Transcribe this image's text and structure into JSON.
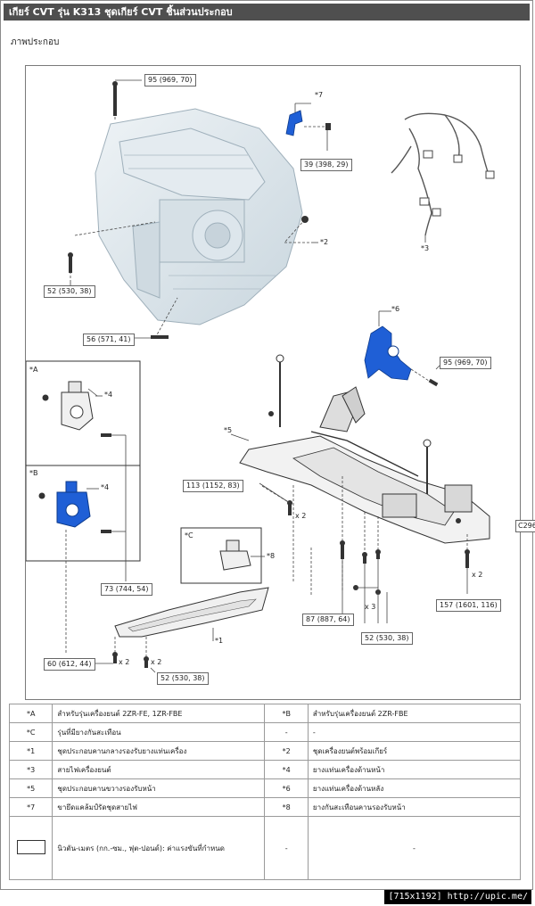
{
  "header": {
    "title": "เกียร์ CVT รุ่น K313  ชุดเกียร์ CVT  ชิ้นส่วนประกอบ",
    "section": "ภาพประกอบ"
  },
  "diagram": {
    "callouts": {
      "top_bolt": "95 (969, 70)",
      "cable_bracket": "39 (398, 29)",
      "left_bolt": "52 (530, 38)",
      "lower_bolt": "56 (571, 41)",
      "rear_bolt": "95 (969, 70)",
      "crossmember_bolt": "113 (1152, 83)",
      "mount_bolt": "73 (744, 54)",
      "frame_bolt": "157 (1601, 116)",
      "center_bolt": "87 (887, 64)",
      "center_nut": "52 (530, 38)",
      "member_left": "60 (612, 44)",
      "member_right": "52 (530, 38)"
    },
    "labels": {
      "p7": "*7",
      "p2": "*2",
      "p3": "*3",
      "p6": "*6",
      "p5": "*5",
      "p4a": "*4",
      "p4b": "*4",
      "p8": "*8",
      "p1": "*1",
      "boxA": "*A",
      "boxB": "*B",
      "boxC": "*C",
      "x2a": "x 2",
      "x2b": "x 2",
      "x2c": "x 2",
      "x2d": "x 2",
      "x3": "x 3"
    },
    "side_tag": "C296",
    "accent_color": "#1f5fd6"
  },
  "legend": {
    "rows": [
      {
        "c1": "*A",
        "d1": "สำหรับรุ่นเครื่องยนต์ 2ZR-FE, 1ZR-FBE",
        "c2": "*B",
        "d2": "สำหรับรุ่นเครื่องยนต์ 2ZR-FBE"
      },
      {
        "c1": "*C",
        "d1": "รุ่นที่มียางกันสะเทือน",
        "c2": "-",
        "d2": "-"
      },
      {
        "c1": "*1",
        "d1": "ชุดประกอบคานกลางรองรับยางแท่นเครื่อง",
        "c2": "*2",
        "d2": "ชุดเครื่องยนต์พร้อมเกียร์"
      },
      {
        "c1": "*3",
        "d1": "สายไฟเครื่องยนต์",
        "c2": "*4",
        "d2": "ยางแท่นเครื่องด้านหน้า"
      },
      {
        "c1": "*5",
        "d1": "ชุดประกอบคานขวางรองรับหน้า",
        "c2": "*6",
        "d2": "ยางแท่นเครื่องด้านหลัง"
      },
      {
        "c1": "*7",
        "d1": "ขายึดแคล้มป์รัดชุดสายไฟ",
        "c2": "*8",
        "d2": "ยางกันสะเทือนคานรองรับหน้า"
      }
    ],
    "torque_desc": "นิวตัน-เมตร (กก.-ซม., ฟุต-ปอนด์): ค่าแรงขันที่กำหนด",
    "torque_c2": "-",
    "torque_d2": "-"
  },
  "watermark": "[715x1192] http://upic.me/"
}
